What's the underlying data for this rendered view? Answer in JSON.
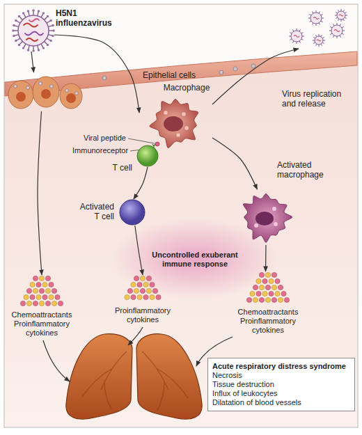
{
  "diagram": {
    "nodes": [
      {
        "text": [
          "H5N1 influenzavirus"
        ]
      },
      {
        "text": [
          "Epithelial cells"
        ]
      },
      {
        "text": [
          "Macrophage"
        ]
      },
      {
        "text": [
          "Virus replication and release"
        ]
      },
      {
        "text": [
          "T cell"
        ]
      },
      {
        "text": [
          "Activated T cell"
        ]
      },
      {
        "text": [
          "Activated macrophage"
        ]
      },
      {
        "text": [
          "Chemoattractants Proinflammatory cytokines"
        ]
      },
      {
        "text": [
          "Proinflammatory cytokines"
        ]
      },
      {
        "text": [
          "Chemoattractants Proinflammatory cytokines"
        ]
      },
      {
        "text": [
          "Acute respiratory distress syndrome",
          "Necrosis",
          "Tissue destruction",
          "Influx of leukocytes",
          "Dilatation of blood vessels"
        ]
      }
    ],
    "edges": [
      {
        "from": 0,
        "to": 1,
        "arrow": "to"
      },
      {
        "from": 0,
        "to": 2,
        "arrow": "to"
      },
      {
        "from": 2,
        "to": 3,
        "arrow": "to"
      },
      {
        "from": 4,
        "to": 5,
        "arrow": "to"
      },
      {
        "from": 2,
        "to": 6,
        "arrow": "to"
      },
      {
        "from": 1,
        "to": 7,
        "arrow": "to"
      },
      {
        "from": 5,
        "to": 8,
        "arrow": "to"
      },
      {
        "from": 6,
        "to": 9,
        "arrow": "to"
      }
    ],
    "labels": [
      "Viral peptide",
      "Immunoreceptor",
      "Uncontrolled exuberant immune response"
    ]
  }
}
